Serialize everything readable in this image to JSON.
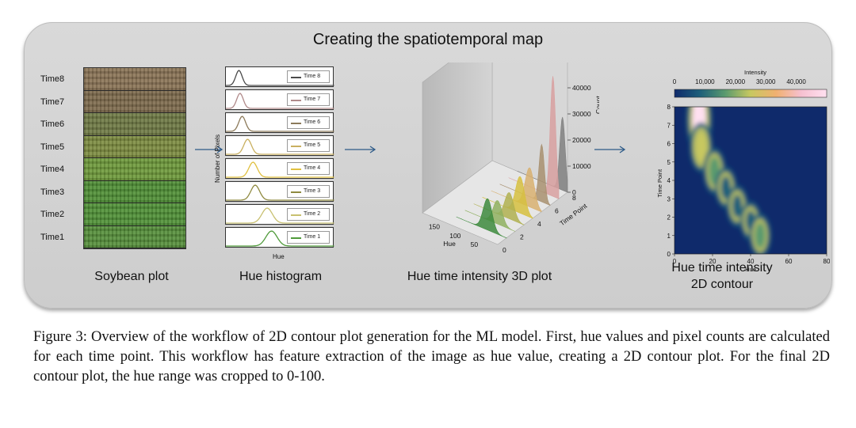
{
  "figure": {
    "title": "Creating the spatiotemporal map",
    "captions": {
      "soybean": "Soybean plot",
      "histogram": "Hue histogram",
      "plot3d": "Hue time intensity 3D plot",
      "contour_line1": "Hue time intensity",
      "contour_line2": "2D contour"
    },
    "caption_text": "Figure 3: Overview of the workflow of 2D contour plot generation for the ML model. First, hue values and pixel counts are calculated for each time point. This workflow has feature extraction of the image as hue value, creating a 2D contour plot. For the final 2D contour plot, the hue range was cropped to 0-100."
  },
  "soybean": {
    "labels": [
      "Time8",
      "Time7",
      "Time6",
      "Time5",
      "Time4",
      "Time3",
      "Time2",
      "Time1"
    ],
    "colors": [
      "#8a7355",
      "#7d6a4c",
      "#6f7a44",
      "#7c8c3f",
      "#6e9a3a",
      "#4f8f35",
      "#4f9136",
      "#558f3a"
    ]
  },
  "histogram": {
    "ylabel": "Number of Pixels",
    "xlabel": "Hue",
    "series": [
      {
        "name": "Time 8",
        "color": "#4a4a4a",
        "peak": 0.12
      },
      {
        "name": "Time 7",
        "color": "#b08a8a",
        "peak": 0.13
      },
      {
        "name": "Time 6",
        "color": "#8c7a5a",
        "peak": 0.15
      },
      {
        "name": "Time 5",
        "color": "#c9b060",
        "peak": 0.2
      },
      {
        "name": "Time 4",
        "color": "#e0c040",
        "peak": 0.25
      },
      {
        "name": "Time 3",
        "color": "#8f8a40",
        "peak": 0.27
      },
      {
        "name": "Time 2",
        "color": "#c8c070",
        "peak": 0.38
      },
      {
        "name": "Time 1",
        "color": "#4f9a3a",
        "peak": 0.42
      }
    ]
  },
  "chart_data": [
    {
      "type": "area",
      "xlabel": "Hue",
      "ylabel": "Time Point",
      "zlabel": "Count",
      "x_ticks": [
        "50",
        "100",
        "150"
      ],
      "y_ticks": [
        "0",
        "2",
        "4",
        "6",
        "8"
      ],
      "z_ticks": [
        "0",
        "10000",
        "20000",
        "30000",
        "40000"
      ],
      "series": [
        {
          "time": 1,
          "peak_hue": 45,
          "peak_count": 12000,
          "color": "#3d8a3d"
        },
        {
          "time": 2,
          "peak_hue": 42,
          "peak_count": 9000,
          "color": "#8fb060"
        },
        {
          "time": 3,
          "peak_hue": 35,
          "peak_count": 10000,
          "color": "#b0b050"
        },
        {
          "time": 4,
          "peak_hue": 30,
          "peak_count": 14000,
          "color": "#d6c040"
        },
        {
          "time": 5,
          "peak_hue": 28,
          "peak_count": 15000,
          "color": "#d8b070"
        },
        {
          "time": 6,
          "peak_hue": 20,
          "peak_count": 22000,
          "color": "#a89070"
        },
        {
          "time": 7,
          "peak_hue": 14,
          "peak_count": 46000,
          "color": "#d8a0a0"
        },
        {
          "time": 8,
          "peak_hue": 12,
          "peak_count": 28000,
          "color": "#808080"
        }
      ]
    },
    {
      "type": "heatmap",
      "xlabel": "Hue",
      "ylabel": "Time Point",
      "colorbar_label": "Intensity",
      "colorbar_ticks": [
        "0",
        "10,000",
        "20,000",
        "30,000",
        "40,000"
      ],
      "x_ticks": [
        "0",
        "20",
        "40",
        "60",
        "80"
      ],
      "y_ticks": [
        "0",
        "1",
        "2",
        "3",
        "4",
        "5",
        "6",
        "7",
        "8"
      ],
      "xlim": [
        0,
        80
      ],
      "ylim": [
        0,
        8
      ],
      "colormap": [
        "#0f2a6b",
        "#1d5f7a",
        "#5a9a6e",
        "#c8c860",
        "#f0b070",
        "#f6c0d0",
        "#ffe0f0"
      ],
      "blobs": [
        {
          "hue": 13,
          "time": 7.3,
          "intensity": 46000
        },
        {
          "hue": 14,
          "time": 5.8,
          "intensity": 22000
        },
        {
          "hue": 21,
          "time": 4.5,
          "intensity": 18000
        },
        {
          "hue": 27,
          "time": 3.6,
          "intensity": 12000
        },
        {
          "hue": 33,
          "time": 2.6,
          "intensity": 12000
        },
        {
          "hue": 40,
          "time": 1.8,
          "intensity": 9000
        },
        {
          "hue": 45,
          "time": 1.0,
          "intensity": 15000
        }
      ]
    }
  ]
}
